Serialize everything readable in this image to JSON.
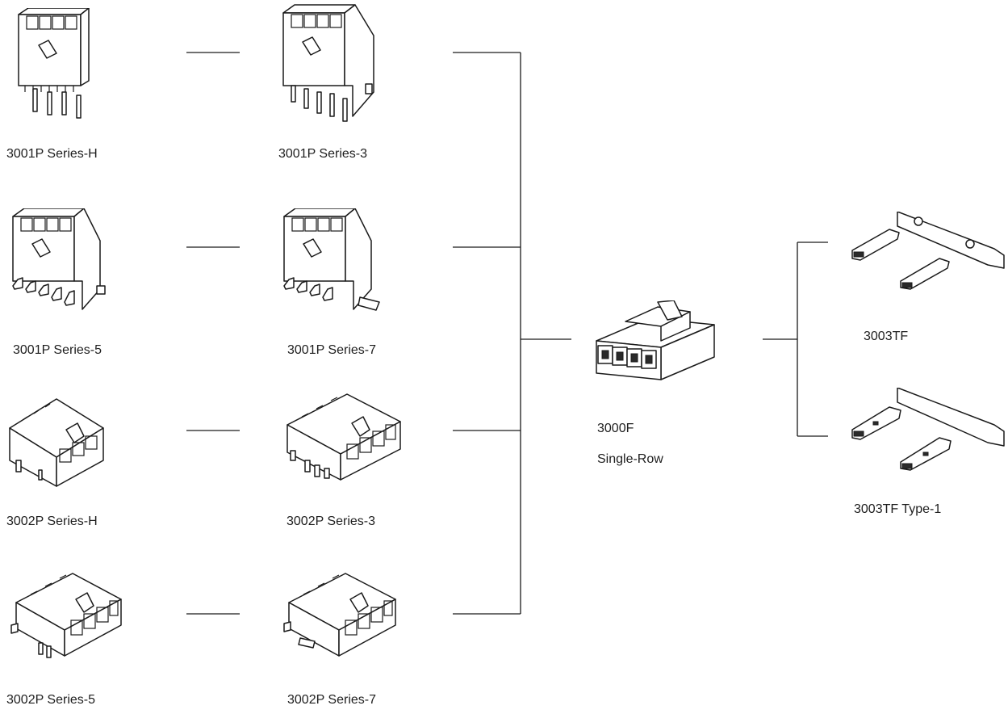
{
  "labels": {
    "h1_3001": "3001P Series-H",
    "s3_3001": "3001P Series-3",
    "s5_3001": "3001P Series-5",
    "s7_3001": "3001P Series-7",
    "h_3002": "3002P Series-H",
    "s3_3002": "3002P Series-3",
    "s5_3002": "3002P Series-5",
    "s7_3002": "3002P Series-7",
    "housing_line1": "3000F",
    "housing_line2": "Single-Row",
    "terminal": "3003TF",
    "terminal_type1": "3003TF Type-1"
  },
  "colors": {
    "line": "#1a1a1a",
    "text": "#1e1e1e",
    "background": "#ffffff"
  }
}
